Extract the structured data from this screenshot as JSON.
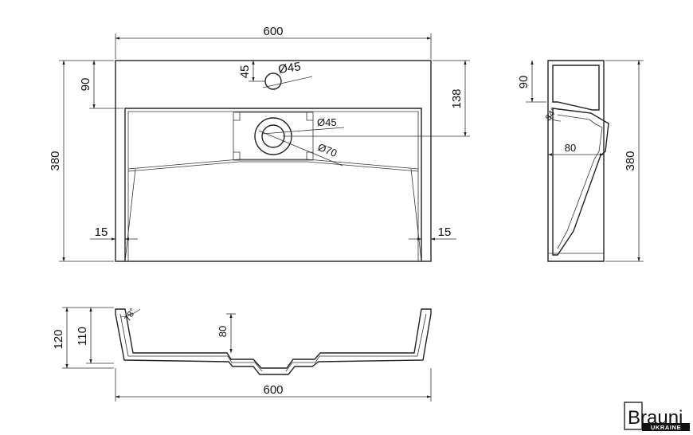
{
  "top_view": {
    "width": "600",
    "height": "380",
    "tap_offset": "90",
    "basin_offset": "138",
    "tap_from_edge": "45",
    "tap_hole": "Ø45",
    "drain_hole": "Ø45",
    "drain_outer": "Ø70",
    "left_rim": "15",
    "right_rim": "15"
  },
  "side_view": {
    "tap_offset": "90",
    "depth_80": "80",
    "height": "380",
    "angle": "84°"
  },
  "front_view": {
    "width": "600",
    "height_120": "120",
    "height_110": "110",
    "inner_80": "80",
    "angle": "78°"
  },
  "logo": {
    "brand": "Brauni",
    "country": "UKRAINE"
  }
}
